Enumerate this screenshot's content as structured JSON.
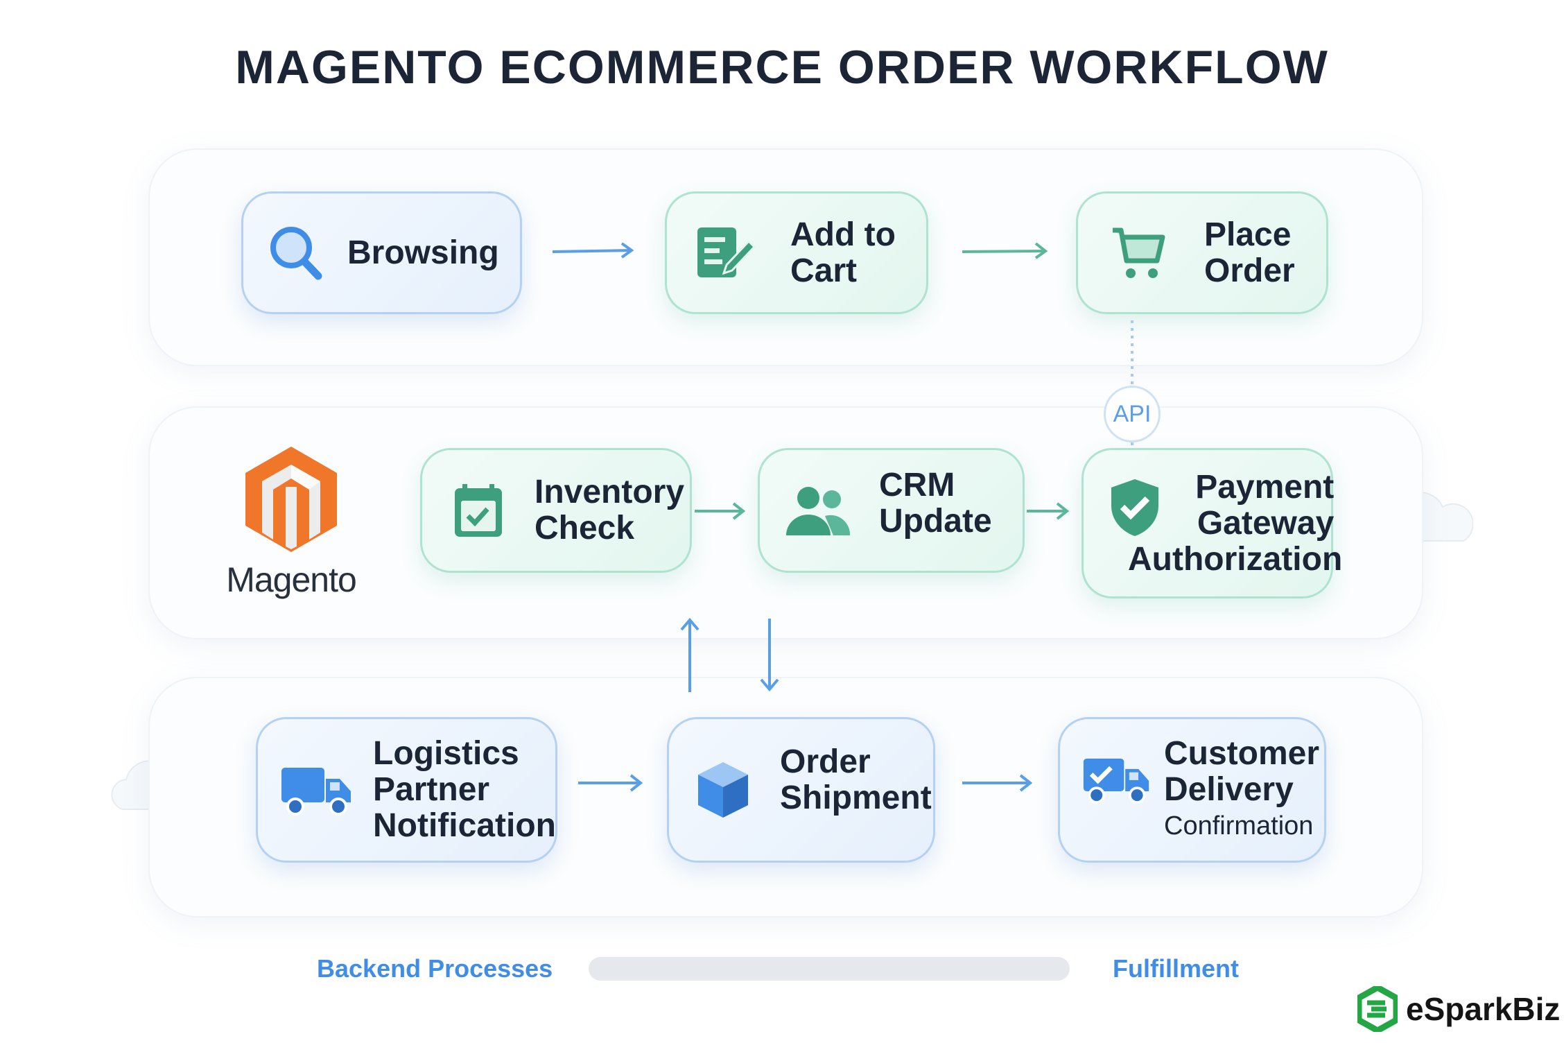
{
  "title": "MAGENTO ECOMMERCE ORDER WORKFLOW",
  "row1": [
    {
      "line1": "Browsing",
      "icon": "search-icon"
    },
    {
      "line1": "Add to",
      "line2": "Cart",
      "icon": "edit-form-icon"
    },
    {
      "line1": "Place",
      "line2": "Order",
      "icon": "cart-icon"
    }
  ],
  "row2": {
    "logo_text": "Magento",
    "nodes": [
      {
        "line1": "Inventory",
        "line2": "Check",
        "icon": "calendar-check-icon"
      },
      {
        "line1": "CRM",
        "line2": "Update",
        "icon": "users-icon"
      },
      {
        "line1": "Payment",
        "line2": "Gateway",
        "line3": "Authorization",
        "icon": "shield-check-icon"
      }
    ],
    "api_label": "API"
  },
  "row3": [
    {
      "line1": "Logistics",
      "line2": "Partner",
      "line3": "Notification",
      "icon": "truck-icon"
    },
    {
      "line1": "Order",
      "line2": "Shipment",
      "icon": "box-icon"
    },
    {
      "line1": "Customer",
      "line2": "Delivery",
      "line3": "Confirmation",
      "icon": "truck-check-icon"
    }
  ],
  "footer": {
    "left_label": "Backend Processes",
    "right_label": "Fulfillment"
  },
  "brand": {
    "name": "eSparkBiz"
  },
  "colors": {
    "blue": "#3f8de6",
    "green": "#3d9f7e",
    "orange": "#f26f22"
  }
}
